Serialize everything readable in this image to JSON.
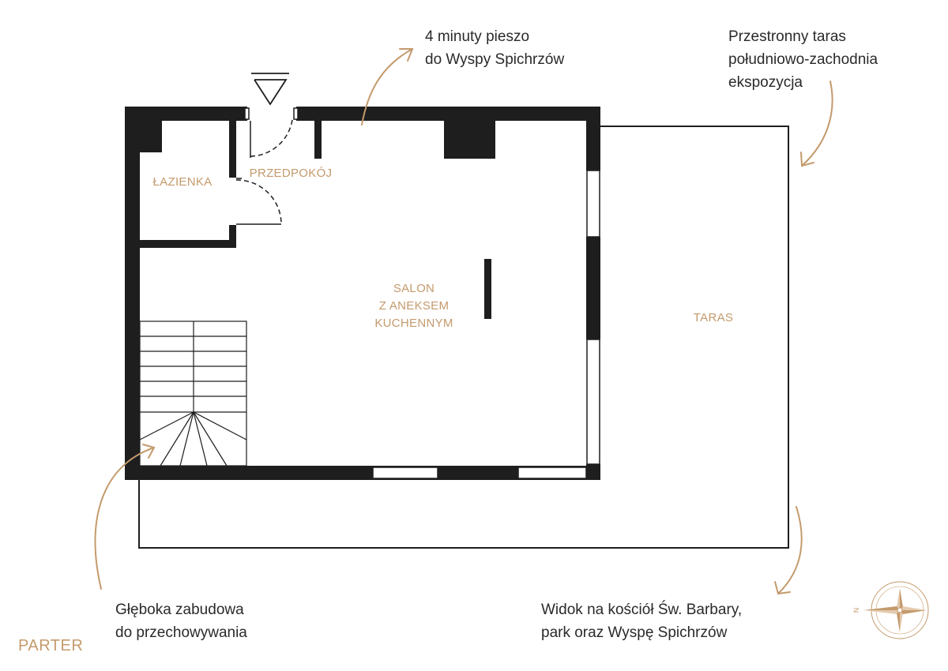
{
  "floor_label": "PARTER",
  "rooms": {
    "bathroom": "ŁAZIENKA",
    "hallway": "PRZEDPOKÓJ",
    "living": [
      "SALON",
      "Z ANEKSEM",
      "KUCHENNYM"
    ],
    "terrace": "TARAS"
  },
  "annotations": {
    "walk": [
      "4 minuty pieszo",
      "do Wyspy Spichrzów"
    ],
    "terrace_note": [
      "Przestronny taras",
      "południowo-zachodnia",
      "ekspozycja"
    ],
    "storage": [
      "Głęboka zabudowa",
      "do przechowywania"
    ],
    "view": [
      "Widok na kościół Św. Barbary,",
      "park oraz Wyspę Spichrzów"
    ]
  },
  "compass": {
    "letter": "N"
  },
  "colors": {
    "wall": "#1e1e1e",
    "accent": "#c49a6c",
    "text": "#2a2a2a"
  }
}
